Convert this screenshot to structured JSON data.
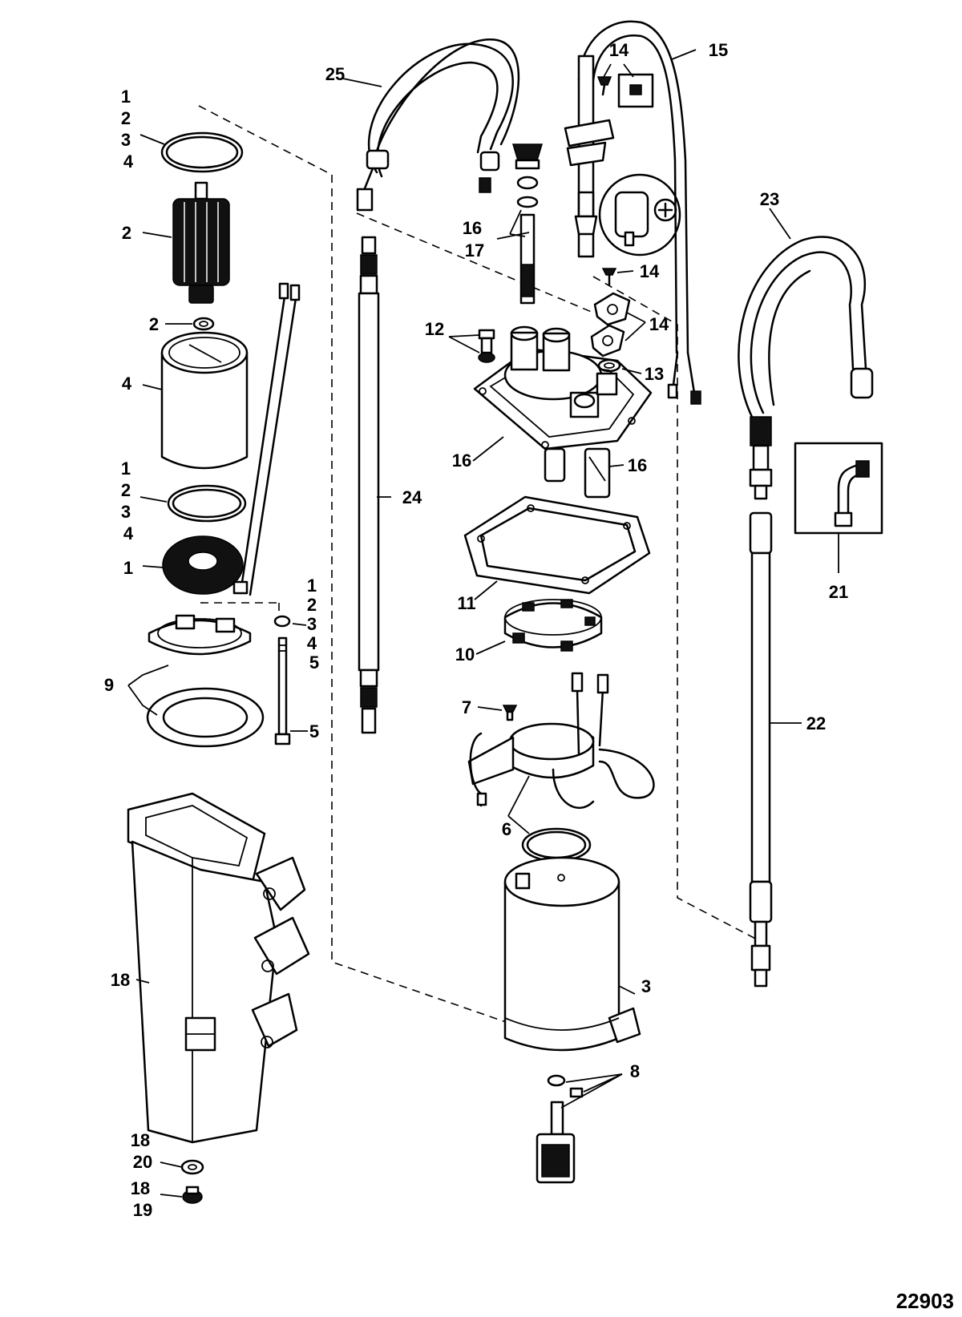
{
  "figure_number": "22903",
  "callouts": [
    {
      "id": "c1",
      "lines": [
        "1",
        "2",
        "3",
        "4"
      ]
    },
    {
      "id": "c2",
      "lines": [
        "2"
      ]
    },
    {
      "id": "c3",
      "lines": [
        "2"
      ]
    },
    {
      "id": "c4",
      "lines": [
        "4"
      ]
    },
    {
      "id": "c5",
      "lines": [
        "1",
        "2",
        "3",
        "4"
      ]
    },
    {
      "id": "c6",
      "lines": [
        "1"
      ]
    },
    {
      "id": "c7",
      "lines": [
        "1",
        "2",
        "3",
        "4",
        "5"
      ]
    },
    {
      "id": "c8",
      "lines": [
        "9"
      ]
    },
    {
      "id": "c9",
      "lines": [
        "5"
      ]
    },
    {
      "id": "c10",
      "lines": [
        "18"
      ]
    },
    {
      "id": "c11",
      "lines": [
        "18",
        "20"
      ]
    },
    {
      "id": "c12",
      "lines": [
        "18",
        "19"
      ]
    },
    {
      "id": "c13",
      "lines": [
        "25"
      ]
    },
    {
      "id": "c14",
      "lines": [
        "24"
      ]
    },
    {
      "id": "c15",
      "lines": [
        "16",
        "17"
      ]
    },
    {
      "id": "c16",
      "lines": [
        "12"
      ]
    },
    {
      "id": "c17",
      "lines": [
        "16"
      ]
    },
    {
      "id": "c18",
      "lines": [
        "16"
      ]
    },
    {
      "id": "c19",
      "lines": [
        "11"
      ]
    },
    {
      "id": "c20",
      "lines": [
        "10"
      ]
    },
    {
      "id": "c21",
      "lines": [
        "7"
      ]
    },
    {
      "id": "c22",
      "lines": [
        "6"
      ]
    },
    {
      "id": "c23",
      "lines": [
        "3"
      ]
    },
    {
      "id": "c24",
      "lines": [
        "8"
      ]
    },
    {
      "id": "c25",
      "lines": [
        "14"
      ]
    },
    {
      "id": "c26",
      "lines": [
        "15"
      ]
    },
    {
      "id": "c27",
      "lines": [
        "14"
      ]
    },
    {
      "id": "c28",
      "lines": [
        "14"
      ]
    },
    {
      "id": "c29",
      "lines": [
        "13"
      ]
    },
    {
      "id": "c30",
      "lines": [
        "23"
      ]
    },
    {
      "id": "c31",
      "lines": [
        "21"
      ]
    },
    {
      "id": "c32",
      "lines": [
        "22"
      ]
    }
  ],
  "icon": "plus-sign-icon"
}
